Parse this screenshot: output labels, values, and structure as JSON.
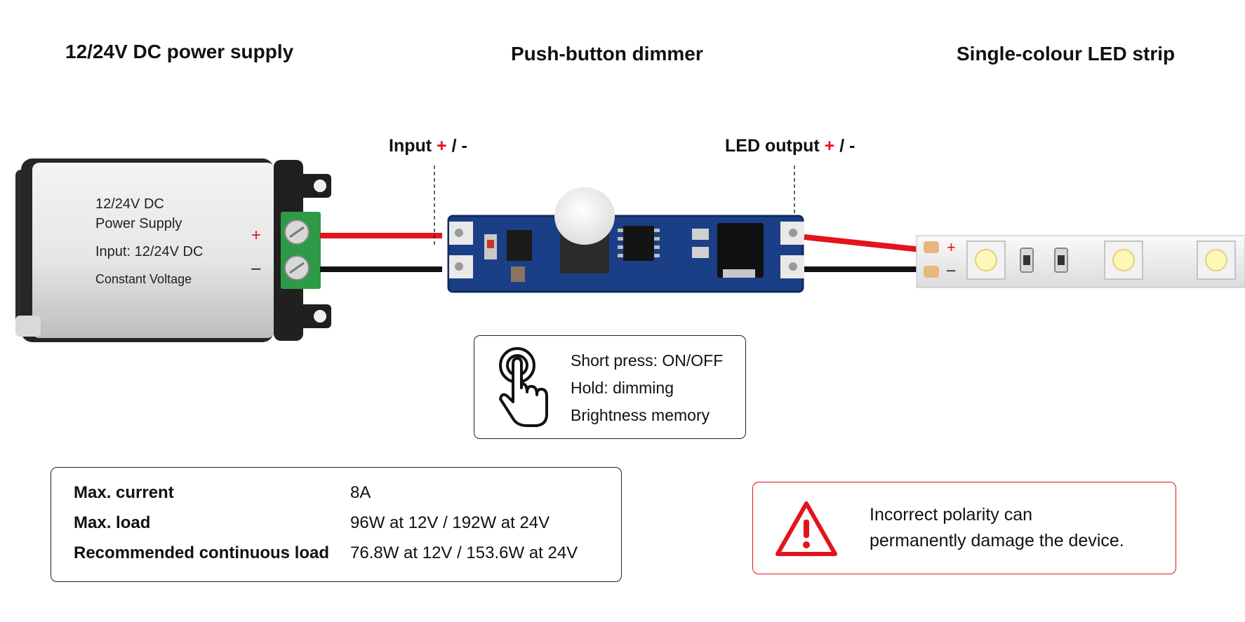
{
  "titles": {
    "power_supply": "12/24V DC power supply",
    "dimmer": "Push-button dimmer",
    "strip": "Single-colour LED strip"
  },
  "labels": {
    "input": {
      "text": "Input",
      "plus": "+",
      "rest": " / -"
    },
    "output": {
      "text": "LED output",
      "plus": "+",
      "rest": " / -"
    }
  },
  "psu": {
    "line1": "12/24V DC",
    "line2": "Power Supply",
    "line3": "Input: 12/24V DC",
    "line4": "Constant Voltage",
    "plus": "+",
    "minus": "–"
  },
  "strip": {
    "plus": "+",
    "minus": "–"
  },
  "functions": {
    "icon": "push-button-hand-icon",
    "items": [
      "Short press: ON/OFF",
      "Hold: dimming",
      "Brightness memory"
    ]
  },
  "specs": [
    {
      "key": "Max. current",
      "value": "8A"
    },
    {
      "key": "Max. load",
      "value": "96W at 12V / 192W at 24V"
    },
    {
      "key": "Recommended continuous load",
      "value": "76.8W at 12V / 153.6W at 24V"
    }
  ],
  "warning": {
    "icon": "warning-triangle-icon",
    "line1": "Incorrect polarity can",
    "line2": "permanently damage the device."
  },
  "colors": {
    "accent_red": "#e3141b",
    "pcb_blue": "#1b3f86",
    "terminal_green": "#2e9a47"
  }
}
